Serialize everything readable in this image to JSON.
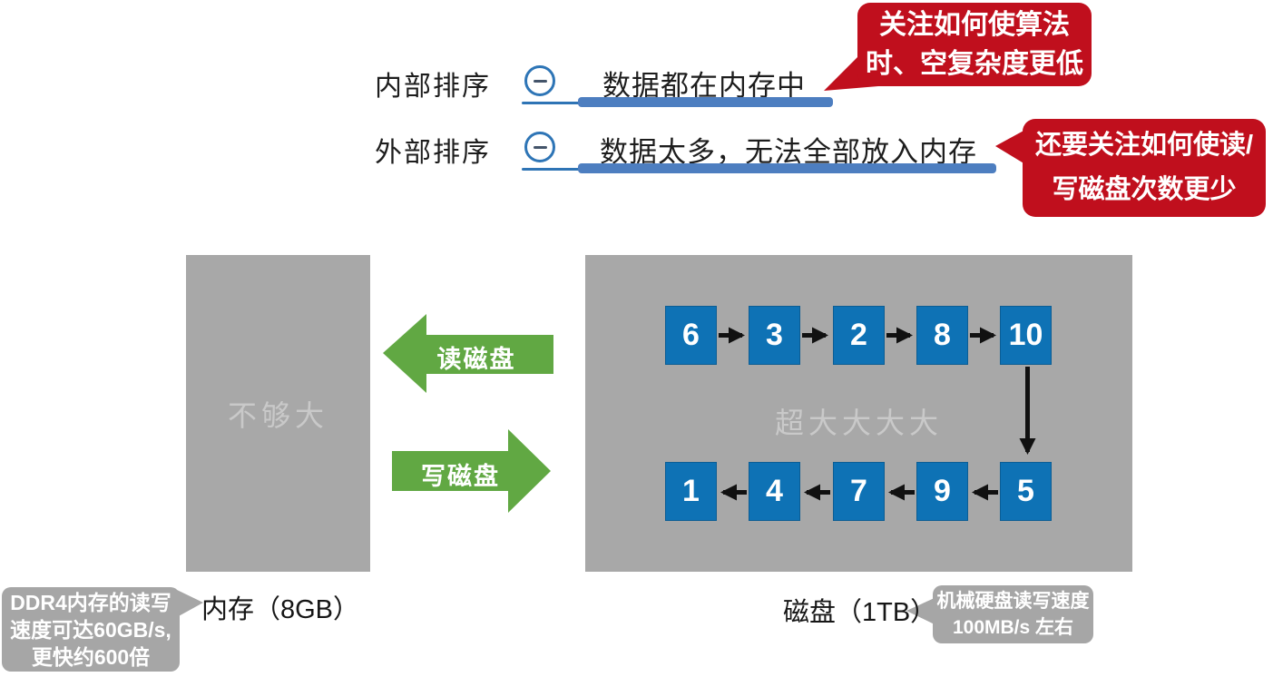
{
  "colors": {
    "accent_blue": "#2e74b5",
    "bar_blue": "#4d7ec0",
    "number_box_blue": "#0e72b5",
    "panel_gray": "#a8a8a8",
    "panel_ghost_text": "#c9c9c9",
    "callout_red": "#c00f1d",
    "callout_gray": "#a6a6a6",
    "arrow_green": "#61a843",
    "arrow_black": "#111111"
  },
  "definitions": [
    {
      "term": "内部排序",
      "icon": "minus-circle",
      "description": "数据都在内存中"
    },
    {
      "term": "外部排序",
      "icon": "minus-circle",
      "description": "数据太多，无法全部放入内存"
    }
  ],
  "callouts": {
    "algorithm": {
      "lines": [
        "关注如何使算法",
        "时、空复杂度更低"
      ]
    },
    "disk_io": {
      "lines": [
        "还要关注如何使读/",
        "写磁盘次数更少"
      ]
    },
    "memory_speed": {
      "lines": [
        "DDR4内存的读写",
        "速度可达60GB/s,",
        "更快约600倍"
      ]
    },
    "disk_speed": {
      "lines": [
        "机械硬盘读写速度",
        "100MB/s 左右"
      ]
    }
  },
  "memory_panel": {
    "placeholder": "不够大",
    "label": "内存（8GB）"
  },
  "disk_panel": {
    "placeholder": "超大大大大",
    "label": "磁盘（1TB）",
    "top_row": [
      "6",
      "3",
      "2",
      "8",
      "10"
    ],
    "bottom_row": [
      "1",
      "4",
      "7",
      "9",
      "5"
    ]
  },
  "transfer": {
    "read": "读磁盘",
    "write": "写磁盘"
  }
}
